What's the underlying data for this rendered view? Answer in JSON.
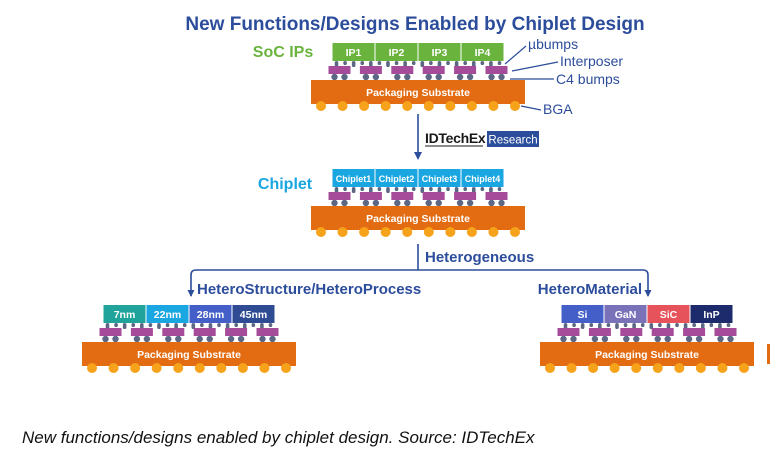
{
  "title": "New Functions/Designs Enabled by Chiplet Design",
  "colors": {
    "title": "#2c4d9b",
    "substrate": "#e36c13",
    "bga": "#f7a21b",
    "interposer": "#a64b9a",
    "bump": "#5c6784",
    "arrow": "#2c4d9b",
    "soc_label": "#6ab43e",
    "chiplet_label": "#1aa6e0",
    "brand_box": "#2c4d9b"
  },
  "soc": {
    "label": "SoC IPs",
    "dies": [
      {
        "label": "IP1",
        "color": "#6ab43e"
      },
      {
        "label": "IP2",
        "color": "#6ab43e"
      },
      {
        "label": "IP3",
        "color": "#6ab43e"
      },
      {
        "label": "IP4",
        "color": "#6ab43e"
      }
    ],
    "substrate_label": "Packaging Substrate",
    "callouts": [
      "µbumps",
      "Interposer",
      "C4 bumps",
      "BGA"
    ]
  },
  "brand": {
    "name": "IDTechEx",
    "tag": "Research"
  },
  "chiplet": {
    "label": "Chiplet",
    "dies": [
      {
        "label": "Chiplet1",
        "color": "#1aa6e0"
      },
      {
        "label": "Chiplet2",
        "color": "#1aa6e0"
      },
      {
        "label": "Chiplet3",
        "color": "#1aa6e0"
      },
      {
        "label": "Chiplet4",
        "color": "#1aa6e0"
      }
    ],
    "substrate_label": "Packaging Substrate"
  },
  "branch_label": "Heterogeneous",
  "hetero_structure": {
    "label": "HeteroStructure/HeteroProcess",
    "dies": [
      {
        "label": "7nm",
        "color": "#1fa39a"
      },
      {
        "label": "22nm",
        "color": "#1aa6e0"
      },
      {
        "label": "28nm",
        "color": "#4460c8"
      },
      {
        "label": "45nm",
        "color": "#2f4b93"
      }
    ],
    "substrate_label": "Packaging Substrate"
  },
  "hetero_material": {
    "label": "HeteroMaterial",
    "dies": [
      {
        "label": "Si",
        "color": "#4460c8"
      },
      {
        "label": "GaN",
        "color": "#7a72b8"
      },
      {
        "label": "SiC",
        "color": "#e6535a"
      },
      {
        "label": "InP",
        "color": "#1d2a6b"
      }
    ],
    "substrate_label": "Packaging Substrate"
  },
  "caption": "New functions/designs enabled by chiplet design. Source: IDTechEx"
}
